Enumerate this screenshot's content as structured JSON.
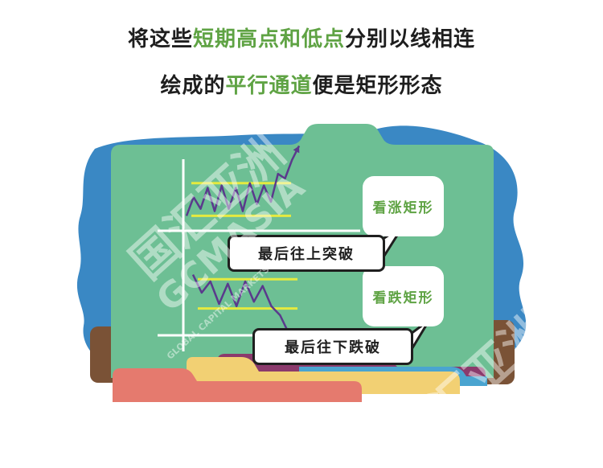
{
  "heading": {
    "line1": {
      "before": "将这些",
      "highlight": "短期高点和低点",
      "after": "分别以线相连"
    },
    "line2": {
      "before": "绘成的",
      "highlight": "平行通道",
      "after": "便是矩形形态"
    }
  },
  "cards": {
    "bull": "看涨矩形",
    "bear": "看跌矩形"
  },
  "callouts": {
    "break_up": "最后往上突破",
    "break_down": "最后往下跌破"
  },
  "watermark": {
    "cn": "国汇亚洲",
    "en": "GCMASIA",
    "sub": "GLOBAL CAPITAL MARKETS"
  },
  "colors": {
    "highlight": "#5fa344",
    "board": "#6dbf94",
    "blob": "#3a88c4",
    "channel_line": "#e5ea3f",
    "price_line": "#5a3a8c"
  },
  "chart_data": [
    {
      "type": "line",
      "name": "bull-rectangle",
      "x": [
        0,
        1,
        2,
        3,
        4,
        5,
        6,
        7,
        8,
        9,
        10,
        11,
        12,
        13,
        14,
        15,
        16
      ],
      "values": [
        0.2,
        0.6,
        0.35,
        0.8,
        0.3,
        0.85,
        0.35,
        0.8,
        0.3,
        0.9,
        0.45,
        0.85,
        0.5,
        1.1,
        1.0,
        1.4,
        1.7
      ],
      "channel": [
        0.2,
        0.9
      ],
      "breakout": "up"
    },
    {
      "type": "line",
      "name": "bear-rectangle",
      "x": [
        0,
        1,
        2,
        3,
        4,
        5,
        6,
        7,
        8,
        9,
        10,
        11,
        12
      ],
      "values": [
        0.9,
        0.5,
        0.75,
        0.25,
        0.7,
        0.2,
        0.75,
        0.3,
        0.65,
        0.2,
        0.0,
        -0.4,
        -0.7
      ],
      "channel": [
        0.15,
        0.8
      ],
      "breakout": "down"
    }
  ]
}
